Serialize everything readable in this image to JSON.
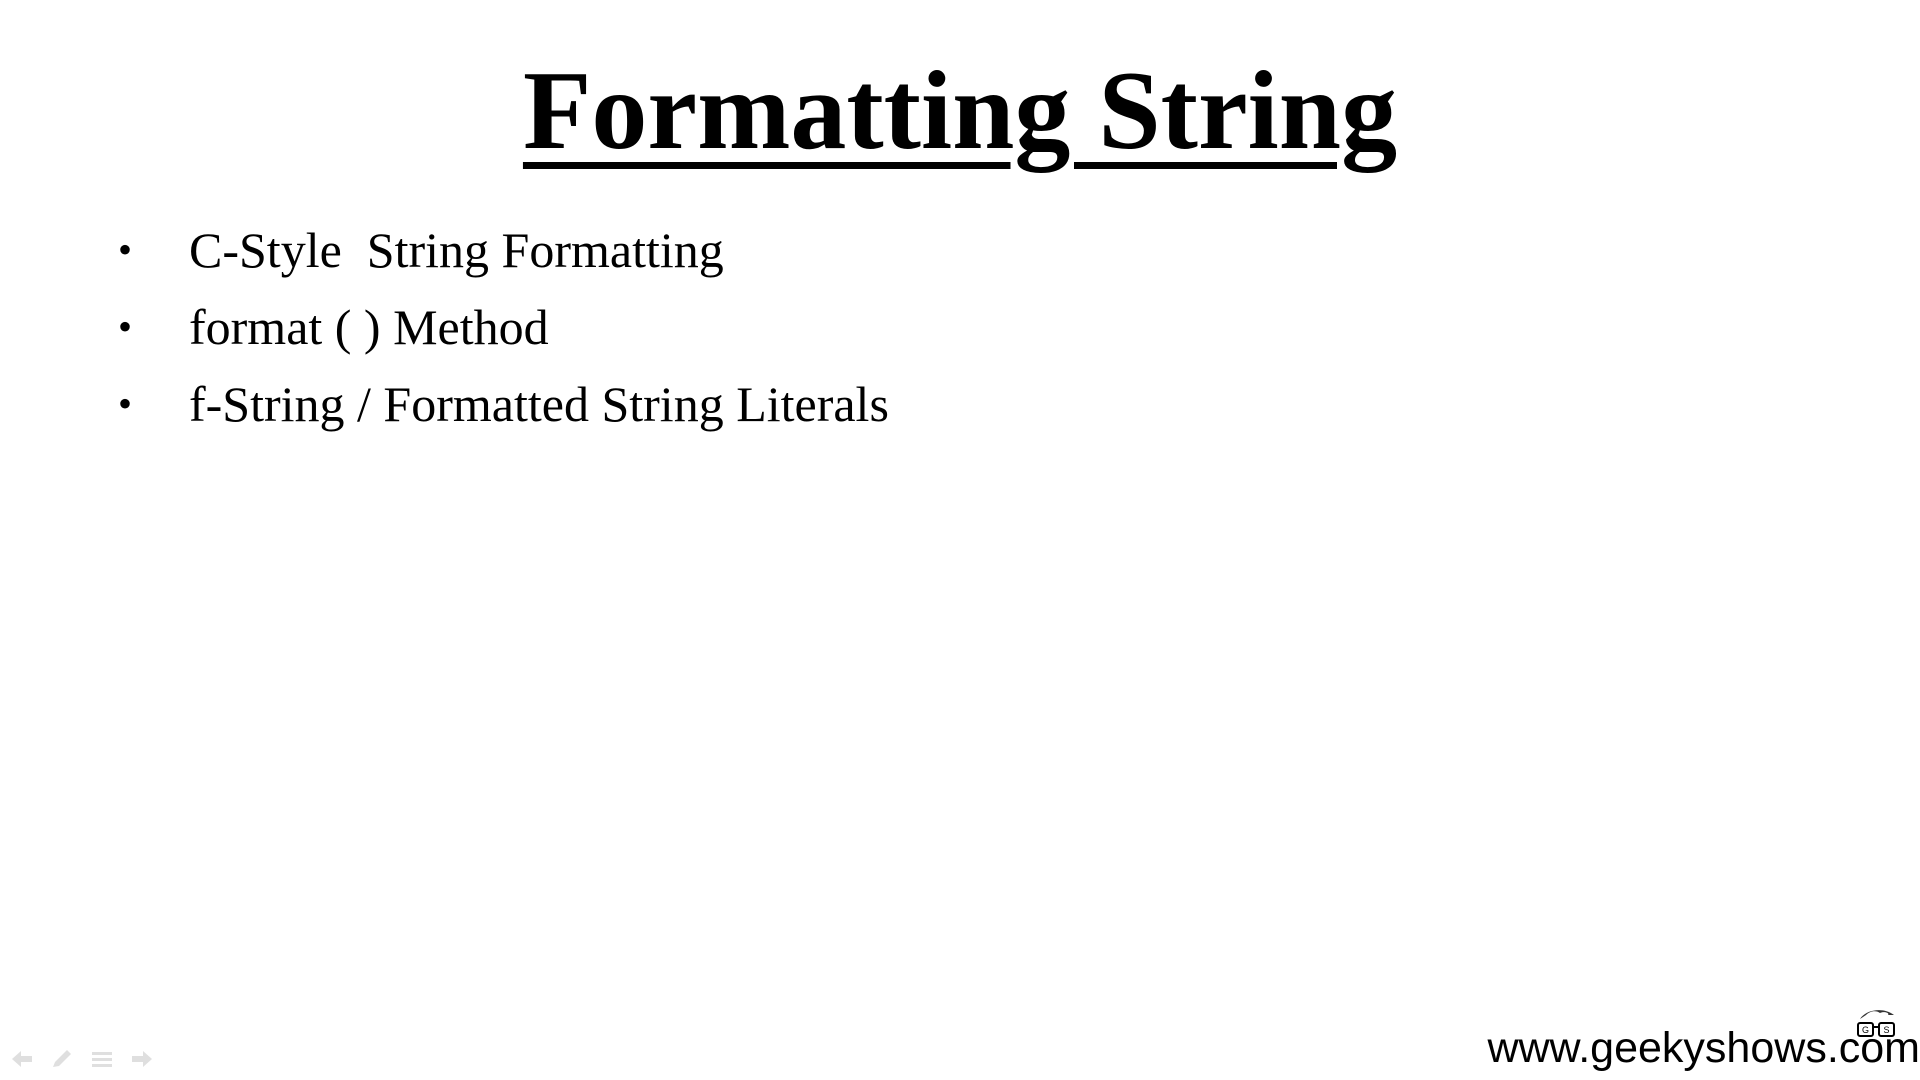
{
  "slide": {
    "title": "Formatting String",
    "bullets": [
      "C-Style  String Formatting",
      "format ( ) Method",
      "f-String / Formatted String Literals"
    ],
    "bullet_symbol": "•"
  },
  "footer": {
    "website": "www.geekyshows.com",
    "logo_icon": "glasses-icon"
  },
  "nav_icons": [
    "arrow-left-icon",
    "pen-icon",
    "menu-icon",
    "arrow-right-icon"
  ]
}
